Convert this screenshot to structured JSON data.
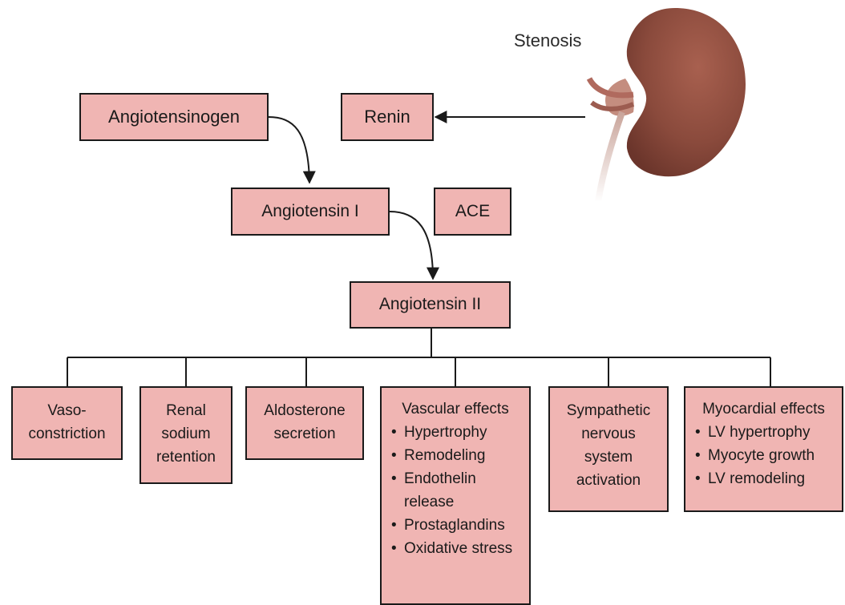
{
  "stenosis_label": "Stenosis",
  "boxes": {
    "angiotensinogen": "Angiotensinogen",
    "renin": "Renin",
    "angiotensin_i": "Angiotensin I",
    "ace": "ACE",
    "angiotensin_ii": "Angiotensin II"
  },
  "effects": {
    "vasoconstriction": {
      "lines": [
        "Vaso-",
        "constriction"
      ]
    },
    "renal_sodium": {
      "lines": [
        "Renal",
        "sodium",
        "retention"
      ]
    },
    "aldosterone": {
      "lines": [
        "Aldosterone",
        "secretion"
      ]
    },
    "vascular": {
      "title": "Vascular effects",
      "items": [
        "Hypertrophy",
        "Remodeling",
        "Endothelin release",
        "Prostaglandins",
        "Oxidative stress"
      ]
    },
    "sympathetic": {
      "lines": [
        "Sympathetic",
        "nervous",
        "system",
        "activation"
      ]
    },
    "myocardial": {
      "title": "Myocardial effects",
      "items": [
        "LV hypertrophy",
        "Myocyte growth",
        "LV remodeling"
      ]
    }
  },
  "colors": {
    "box_fill": "#f0b5b3",
    "kidney": "#8a4a3c"
  },
  "icons": {
    "kidney": "kidney-with-stenosed-renal-artery-illustration"
  }
}
